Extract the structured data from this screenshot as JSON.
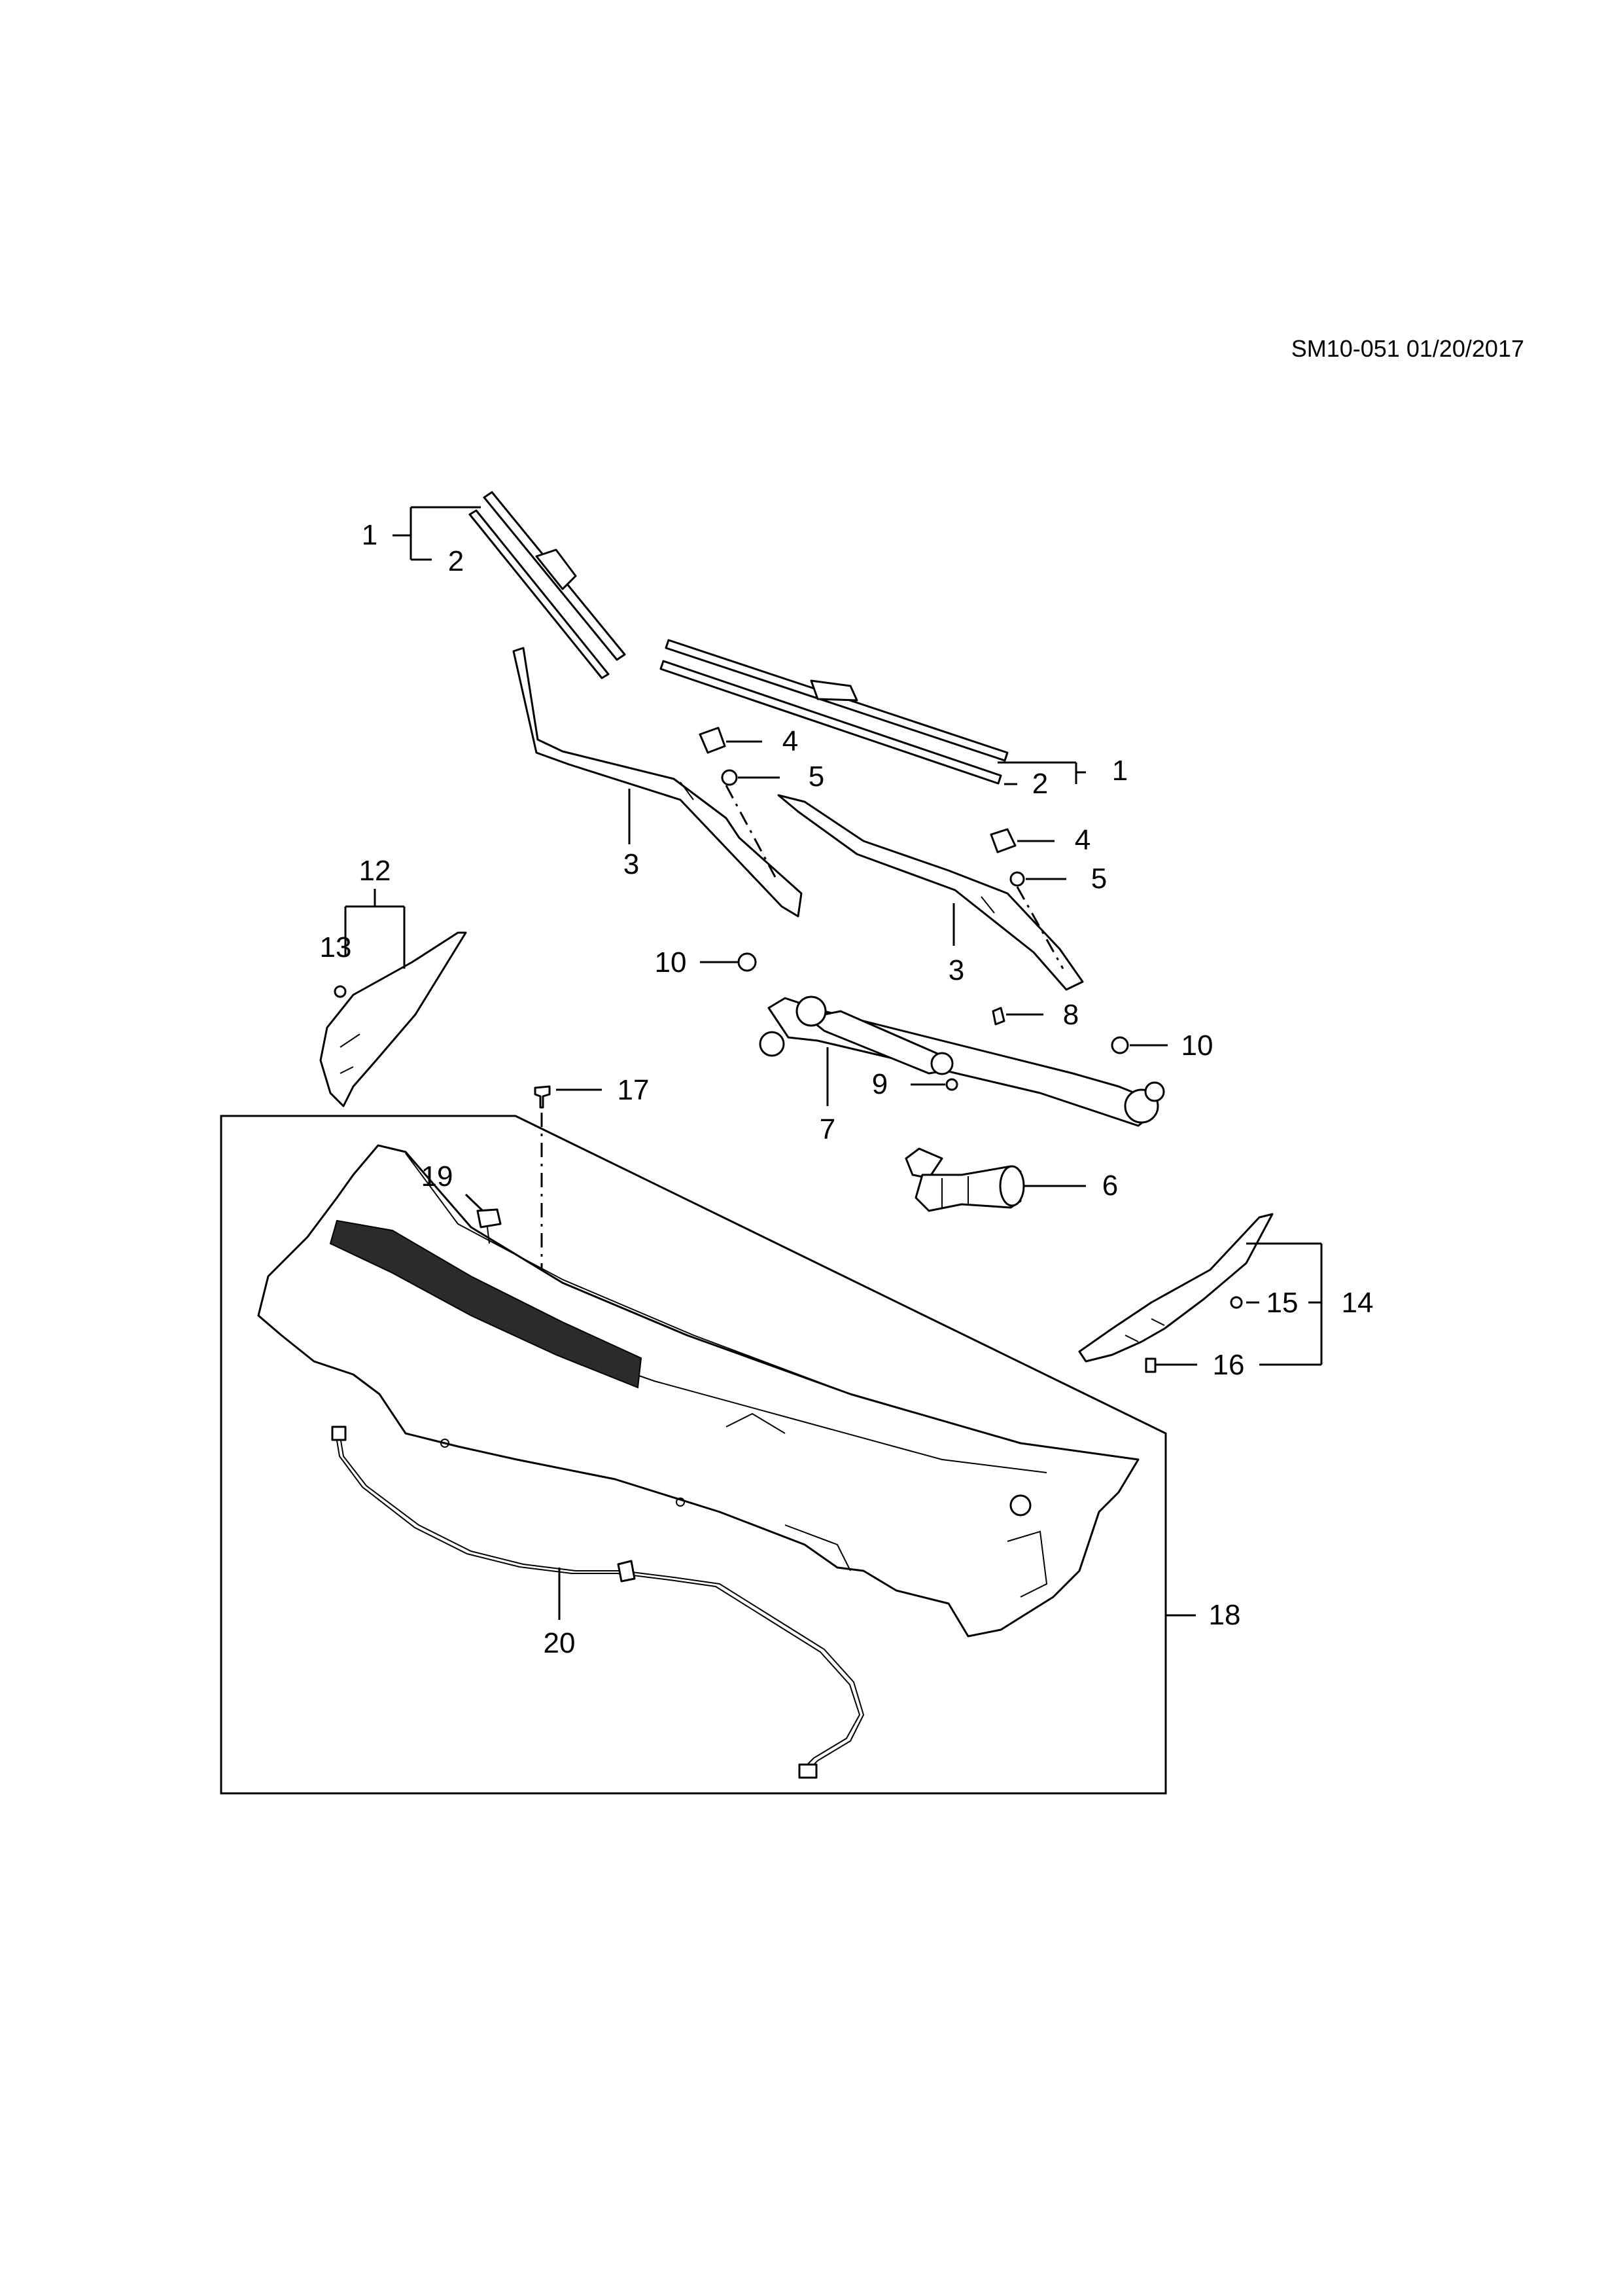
{
  "diagram": {
    "doc_code": "SM10-051 01/20/2017",
    "callouts": {
      "c1a": "1",
      "c2a": "2",
      "c1b": "1",
      "c2b": "2",
      "c3a": "3",
      "c3b": "3",
      "c4a": "4",
      "c4b": "4",
      "c5a": "5",
      "c5b": "5",
      "c6": "6",
      "c7": "7",
      "c8": "8",
      "c9": "9",
      "c10a": "10",
      "c10b": "10",
      "c12": "12",
      "c13": "13",
      "c14": "14",
      "c15": "15",
      "c16": "16",
      "c17": "17",
      "c18": "18",
      "c19": "19",
      "c20": "20"
    }
  }
}
